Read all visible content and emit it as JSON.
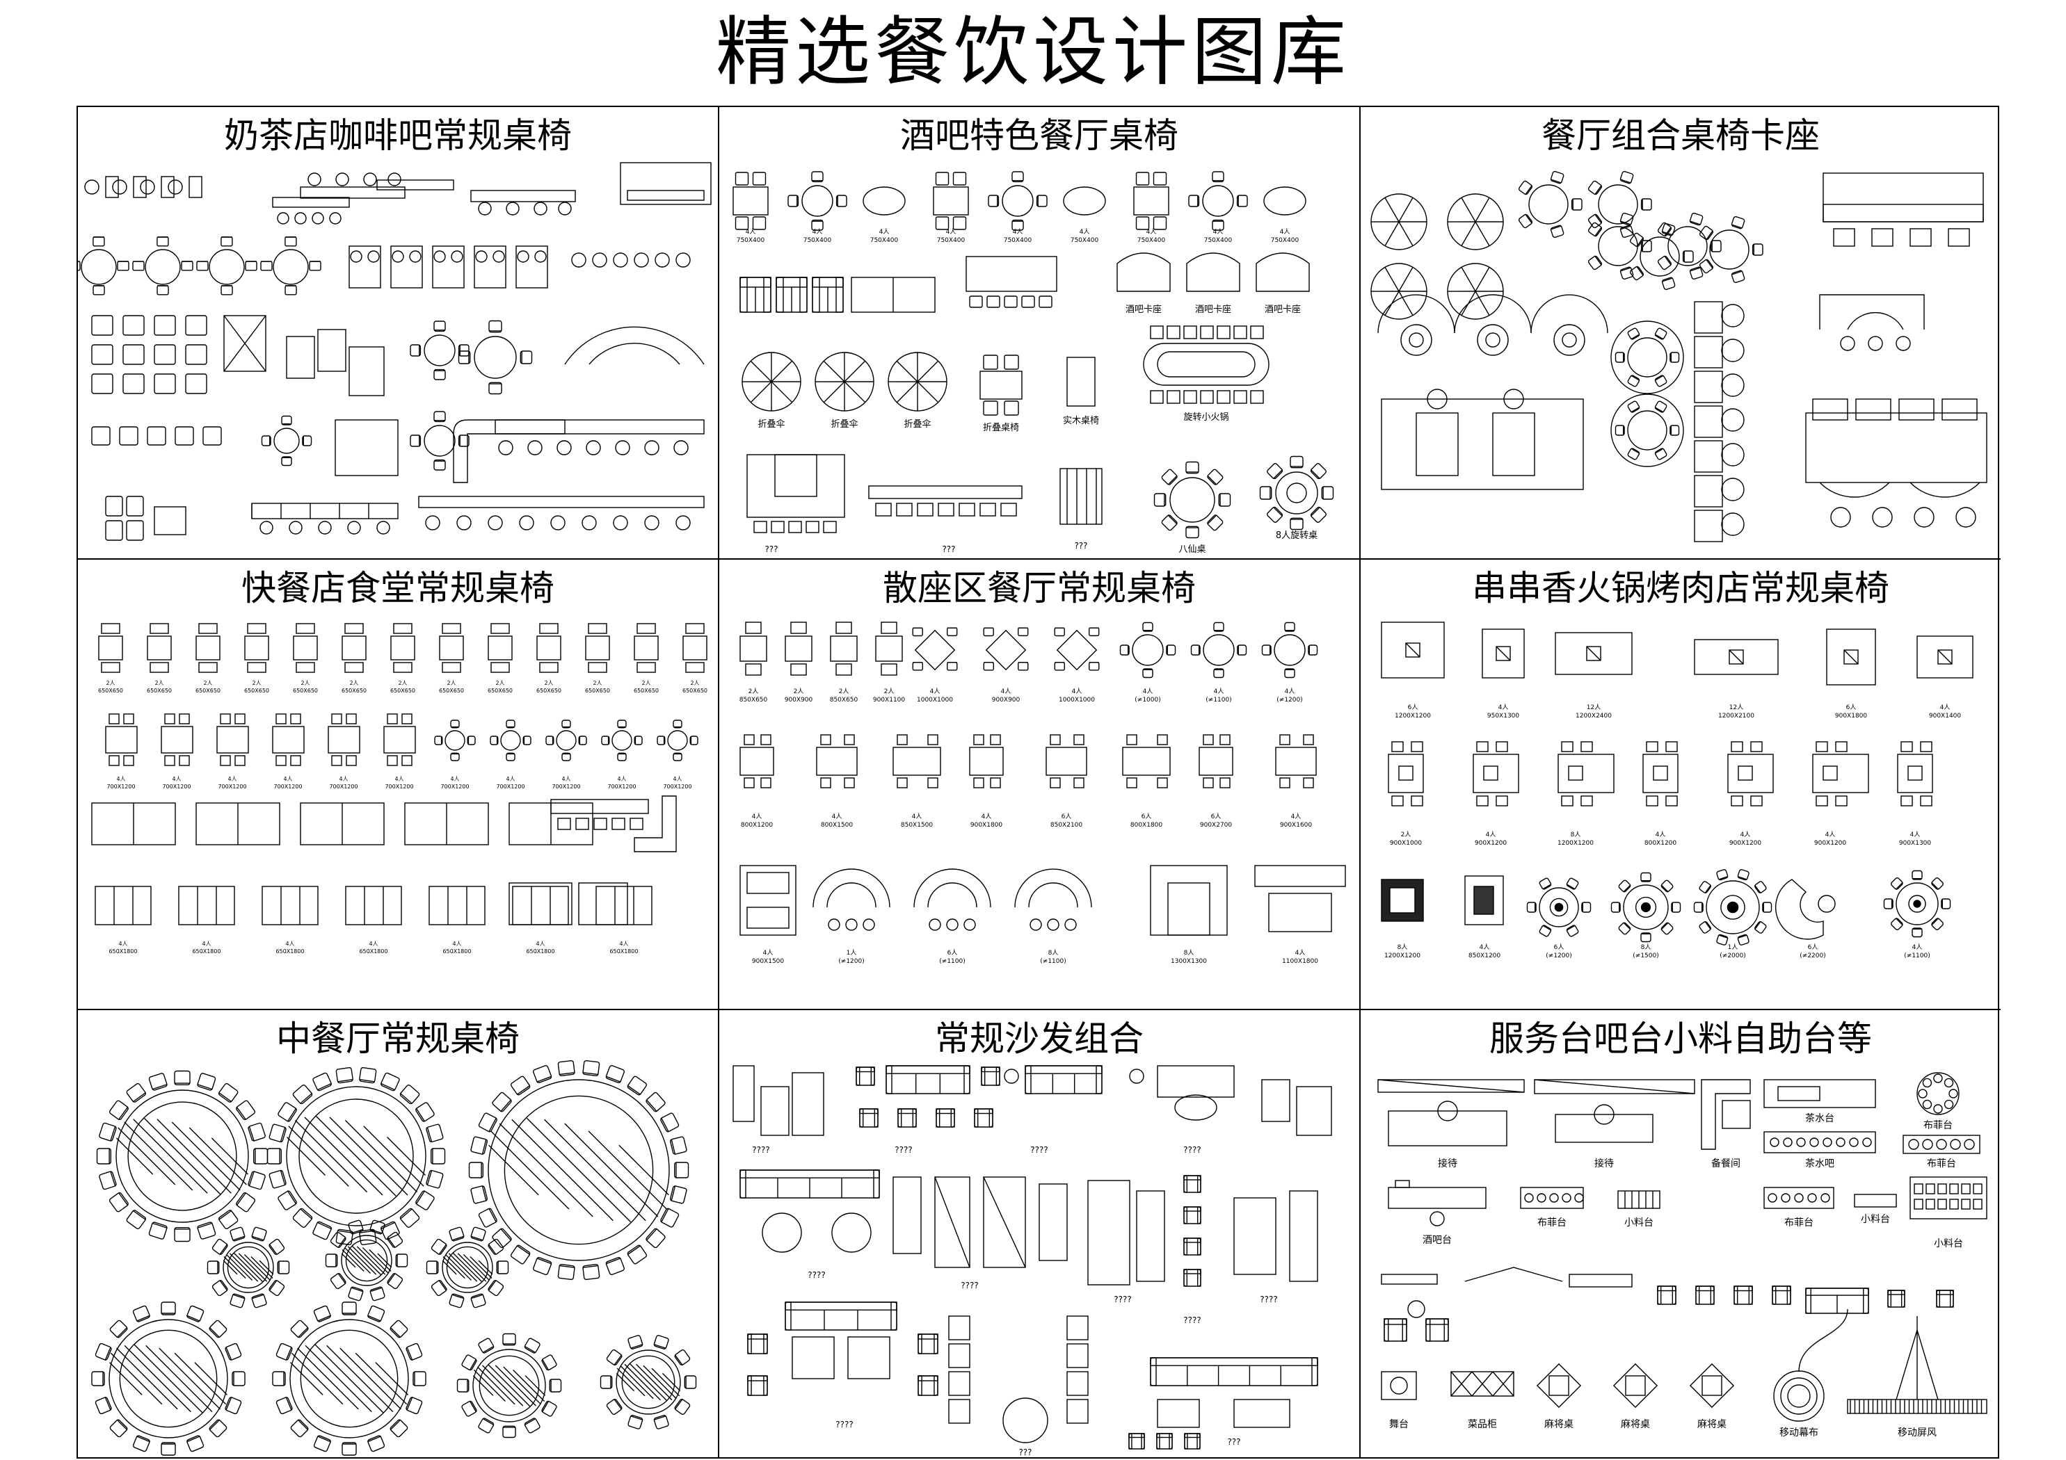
{
  "title": "精选餐饮设计图库",
  "panels": [
    {
      "id": "milk-tea",
      "title": "奶茶店咖啡吧常规桌椅",
      "captions": []
    },
    {
      "id": "bar-feature",
      "title": "酒吧特色餐厅桌椅",
      "captions": [
        "酒吧卡座",
        "酒吧卡座",
        "酒吧卡座",
        "折叠伞",
        "折叠伞",
        "折叠伞",
        "折叠桌椅",
        "实木桌椅",
        "旋转小火锅",
        "???",
        "???",
        "???",
        "八仙桌",
        "8人旋转桌"
      ]
    },
    {
      "id": "combo-booth",
      "title": "餐厅组合桌椅卡座",
      "captions": []
    },
    {
      "id": "fast-food",
      "title": "快餐店食堂常规桌椅",
      "captions": []
    },
    {
      "id": "dining-area",
      "title": "散座区餐厅常规桌椅",
      "captions": [
        [
          "2人",
          "850X650"
        ],
        [
          "2人",
          "900X900"
        ],
        [
          "2人",
          "850X650"
        ],
        [
          "2人",
          "900X1100"
        ],
        [
          "4人",
          "1000X1000"
        ],
        [
          "4人",
          "900X900"
        ],
        [
          "4人",
          "1000X1000"
        ],
        [
          "4人",
          "(≠1000)"
        ],
        [
          "4人",
          "(≠1100)"
        ],
        [
          "4人",
          "(≠1200)"
        ],
        [
          "4人",
          "800X1200"
        ],
        [
          "4人",
          "800X1500"
        ],
        [
          "4人",
          "850X1500"
        ],
        [
          "4人",
          "900X1800"
        ],
        [
          "6人",
          "850X2100"
        ],
        [
          "6人",
          "800X1800"
        ],
        [
          "6人",
          "900X2700"
        ],
        [
          "4人",
          "900X1600"
        ],
        [
          "4人",
          "900X1500"
        ],
        [
          "1人",
          "(≠1200)"
        ],
        [
          "6人",
          "(≠1100)"
        ],
        [
          "8人",
          "(≠1100)"
        ],
        [
          "8人",
          "1300X1300"
        ],
        [
          "4人",
          "1100X1800"
        ]
      ]
    },
    {
      "id": "skewer-hotpot",
      "title": "串串香火锅烤肉店常规桌椅",
      "captions": [
        [
          "6人",
          "1200X1200"
        ],
        [
          "4人",
          "950X1300"
        ],
        [
          "12人",
          "1200X2400"
        ],
        [
          "12人",
          "1200X2100"
        ],
        [
          "6人",
          "900X1800"
        ],
        [
          "4人",
          "900X1400"
        ],
        [
          "2人",
          "900X1000"
        ],
        [
          "4人",
          "900X1200"
        ],
        [
          "8人",
          "1200X1200"
        ],
        [
          "4人",
          "800X1200"
        ],
        [
          "4人",
          "900X1200"
        ],
        [
          "4人",
          "900X1200"
        ],
        [
          "4人",
          "900X1300"
        ],
        [
          "8人",
          "1200X1200"
        ],
        [
          "4人",
          "850X1200"
        ],
        [
          "6人",
          "(≠1200)"
        ],
        [
          "8人",
          "(≠1500)"
        ],
        [
          "1人",
          "(≠2000)"
        ],
        [
          "6人",
          "(≠2200)"
        ],
        [
          "4人",
          "(≠1100)"
        ]
      ]
    },
    {
      "id": "chinese-dining",
      "title": "中餐厅常规桌椅",
      "captions": []
    },
    {
      "id": "sofa",
      "title": "常规沙发组合",
      "captions": [
        "????",
        "????",
        "????",
        "????",
        "????",
        "????",
        "????",
        "????",
        "????",
        "???",
        "???",
        "????"
      ]
    },
    {
      "id": "service",
      "title": "服务台吧台小料自助台等",
      "captions": [
        "接待",
        "接待",
        "备餐间",
        "茶水台",
        "布菲台",
        "茶水吧",
        "布菲台",
        "酒吧台",
        "布菲台",
        "小料台",
        "布菲台",
        "小料台",
        "小料台",
        "舞台",
        "菜品柜",
        "麻将桌",
        "麻将桌",
        "麻将桌",
        "移动幕布",
        "移动屏风"
      ]
    }
  ]
}
